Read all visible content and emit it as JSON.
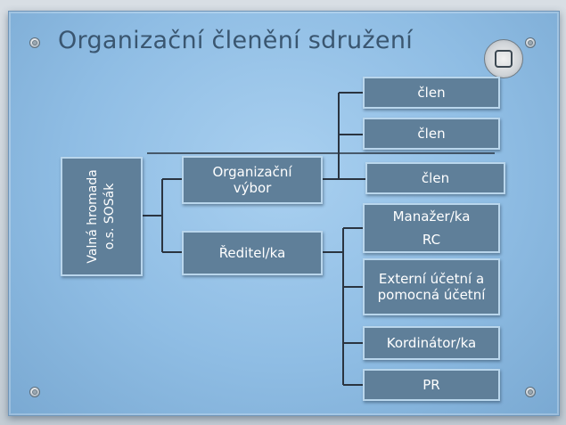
{
  "title": "Organizační členění sdružení",
  "logo": {
    "name": "association-seal-icon"
  },
  "nodes": {
    "valna_hromada": {
      "line1": "Valná hromada",
      "line2": "o.s. SOSák"
    },
    "organizacni_vybor": "Organizační výbor",
    "reditel": "Ředitel/ka",
    "clen_1": "člen",
    "clen_2": "člen",
    "clen_3": "člen",
    "manazer": {
      "line1": "Manažer/ka",
      "line2": "RC"
    },
    "externi": "Externí účetní a pomocná účetní",
    "kordinator": "Kordinátor/ka",
    "pr": "PR"
  },
  "colors": {
    "box_fill": "#5f7f99",
    "box_border": "#b9d6ec",
    "connector": "#2a3440",
    "title": "#3a5670",
    "plate": "#8fbde4"
  }
}
